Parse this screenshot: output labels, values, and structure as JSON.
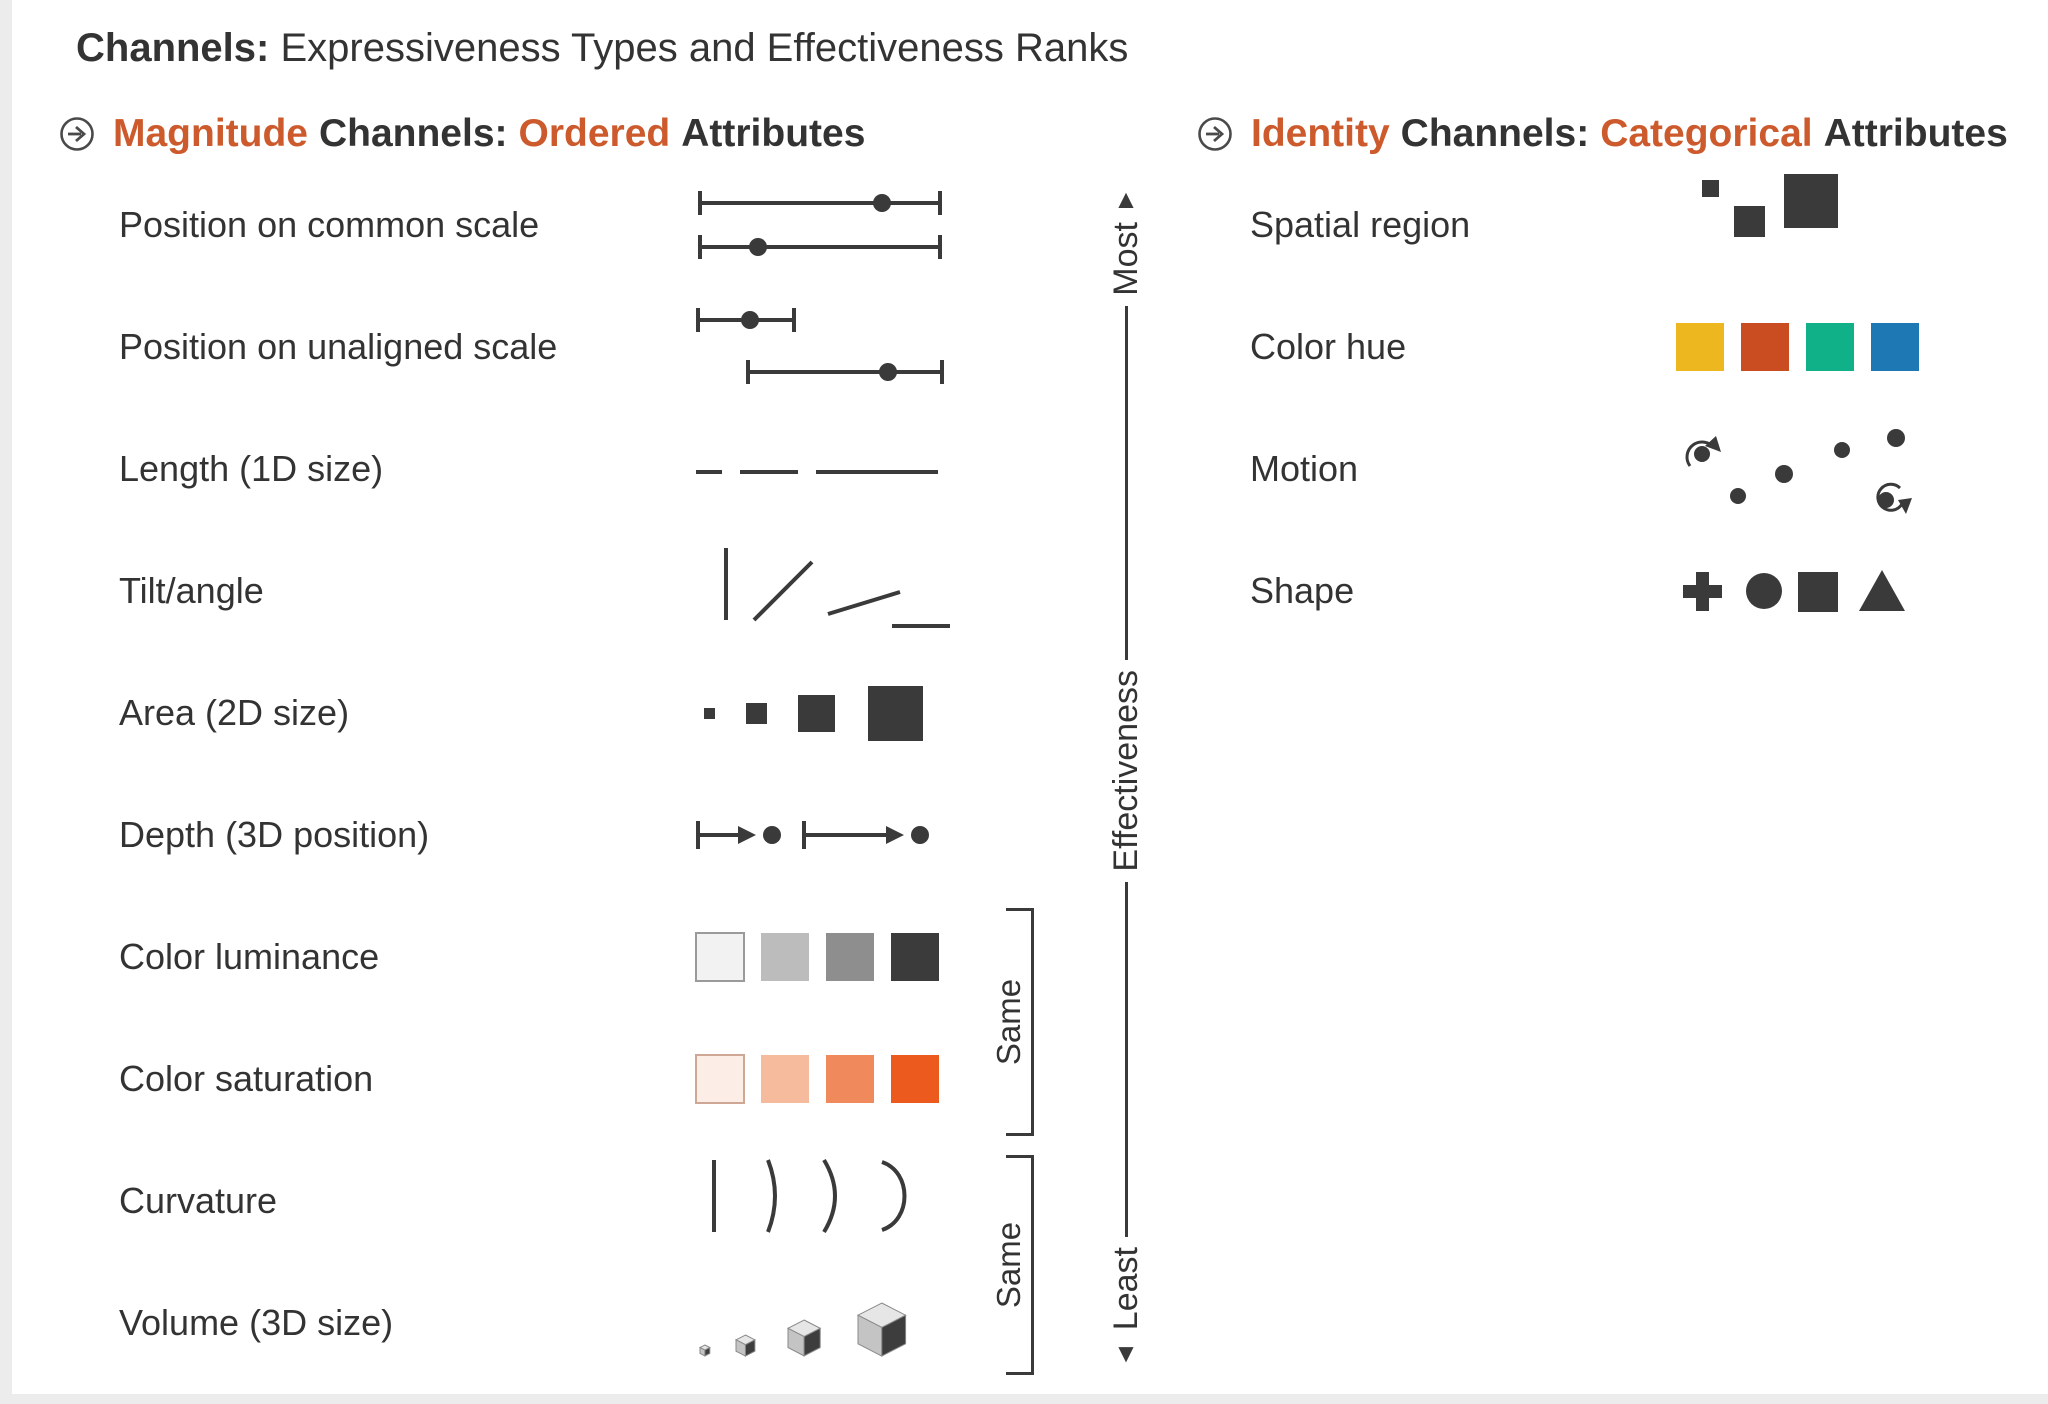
{
  "title": {
    "bold": "Channels:",
    "rest": "Expressiveness Types and Effectiveness Ranks"
  },
  "magnitude": {
    "header": {
      "w1": "Magnitude",
      "w2": "Channels:",
      "w3": "Ordered",
      "w4": "Attributes"
    },
    "rows": [
      {
        "label": "Position on common scale"
      },
      {
        "label": "Position on unaligned scale"
      },
      {
        "label": "Length (1D size)"
      },
      {
        "label": "Tilt/angle"
      },
      {
        "label": "Area (2D size)"
      },
      {
        "label": "Depth (3D position)"
      },
      {
        "label": "Color luminance"
      },
      {
        "label": "Color saturation"
      },
      {
        "label": "Curvature"
      },
      {
        "label": "Volume (3D size)"
      }
    ]
  },
  "identity": {
    "header": {
      "w1": "Identity",
      "w2": "Channels:",
      "w3": "Categorical",
      "w4": "Attributes"
    },
    "rows": [
      {
        "label": "Spatial region"
      },
      {
        "label": "Color hue"
      },
      {
        "label": "Motion"
      },
      {
        "label": "Shape"
      }
    ]
  },
  "axis": {
    "up": "▲",
    "most": "Most",
    "label": "Effectiveness",
    "least": "Least",
    "down": "▼"
  },
  "same_label": "Same",
  "colors": {
    "ink": "#3A3A3A",
    "accent": "#CC5A2C",
    "luminance": [
      "#F2F2F2",
      "#BCBCBC",
      "#8E8E8E",
      "#3B3B3B"
    ],
    "saturation": [
      "#FCEEE7",
      "#F6BA9D",
      "#F0895C",
      "#EC5A1D"
    ],
    "hue": [
      "#EDB71F",
      "#C94D20",
      "#10B189",
      "#1E78B4"
    ],
    "cube": {
      "top": "#E6E6E6",
      "left": "#C4C4C4",
      "right": "#3D3D3D"
    }
  }
}
